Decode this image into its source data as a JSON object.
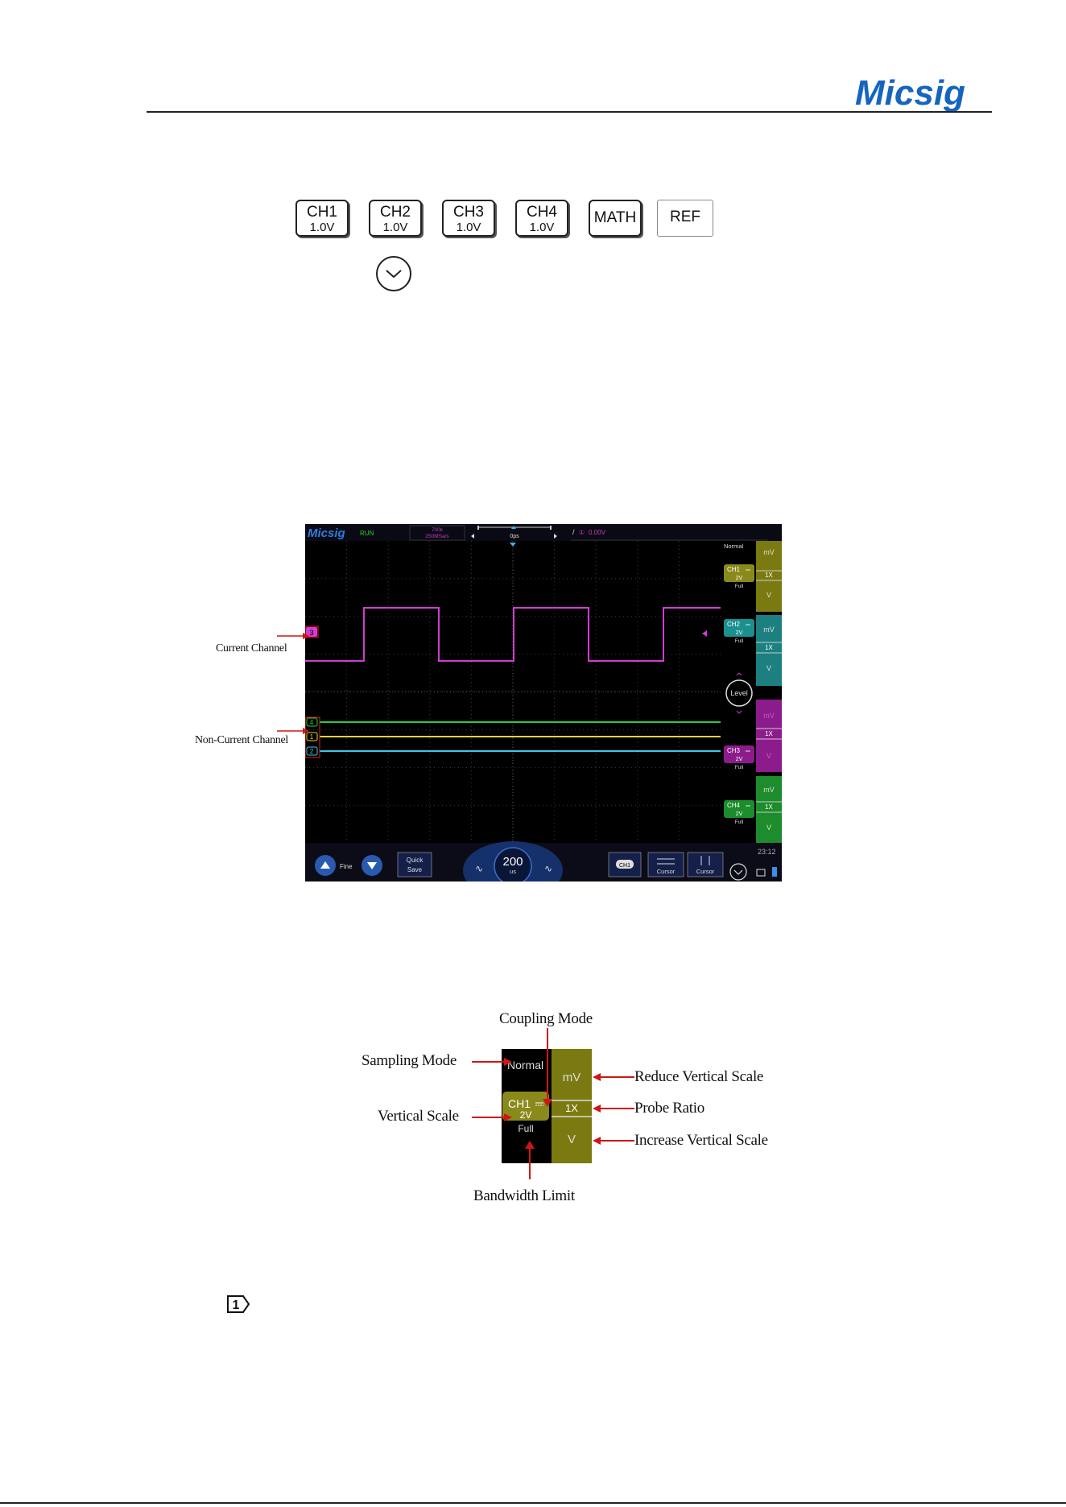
{
  "header": {
    "brand": "Micsig"
  },
  "channel_buttons": [
    {
      "label": "CH1",
      "value": "1.0V"
    },
    {
      "label": "CH2",
      "value": "1.0V"
    },
    {
      "label": "CH3",
      "value": "1.0V"
    },
    {
      "label": "CH4",
      "value": "1.0V"
    },
    {
      "label": "MATH"
    },
    {
      "label": "REF"
    }
  ],
  "scope": {
    "brand": "Micsig",
    "run_state": "RUN",
    "memory_depth": "700k",
    "sample_rate": "250MSa/s",
    "horizontal_position": "0ps",
    "trigger_readout": "0.00V",
    "trigger_source": "①",
    "sampling_mode": "Normal",
    "channels": [
      {
        "name": "CH1",
        "scale": "2V",
        "bandwidth": "Full",
        "probe": "1X",
        "coupling": "==",
        "color": "#8a8a1c"
      },
      {
        "name": "CH2",
        "scale": "2V",
        "bandwidth": "Full",
        "probe": "1X",
        "coupling": "==",
        "color": "#1c8f8f"
      },
      {
        "name": "CH3",
        "scale": "2V",
        "bandwidth": "Full",
        "probe": "1X",
        "coupling": "==",
        "color": "#8c1c8c"
      },
      {
        "name": "CH4",
        "scale": "2V",
        "bandwidth": "Full",
        "probe": "1X",
        "coupling": "==",
        "color": "#1c8c2c"
      }
    ],
    "reduce_label": "mV",
    "increase_label": "V",
    "level_label": "Level",
    "clock": "23:12",
    "toolbar": {
      "fine_label": "Fine",
      "quick_save_line1": "Quick",
      "quick_save_line2": "Save",
      "timebase_value": "200",
      "timebase_unit": "us",
      "ch_chip": "CH1",
      "cursor1": "Cursor",
      "cursor2": "Cursor"
    },
    "markers": {
      "current": "3",
      "ch4": "4",
      "ch1": "1",
      "ch2": "2"
    },
    "trace_colors": {
      "ch3": "#d23cd2",
      "ch4": "#2ecc40",
      "ch1": "#e5d23a",
      "ch2": "#3cc8e8"
    }
  },
  "annotations": {
    "current_channel": "Current Channel",
    "non_current_channel": "Non-Current Channel"
  },
  "detail": {
    "sampling_mode": "Normal",
    "channel": "CH1",
    "scale": "2V",
    "bandwidth": "Full",
    "reduce": "mV",
    "probe": "1X",
    "increase": "V",
    "callouts": {
      "coupling_mode": "Coupling Mode",
      "sampling_mode": "Sampling Mode",
      "vertical_scale": "Vertical Scale",
      "reduce_vertical_scale": "Reduce Vertical Scale",
      "probe_ratio": "Probe Ratio",
      "increase_vertical_scale": "Increase Vertical Scale",
      "bandwidth_limit": "Bandwidth Limit"
    }
  },
  "note": {
    "number": "1"
  },
  "colors": {
    "brand_blue": "#1565c0",
    "arrow_red": "#d01515",
    "olive": "#7a7a10"
  }
}
